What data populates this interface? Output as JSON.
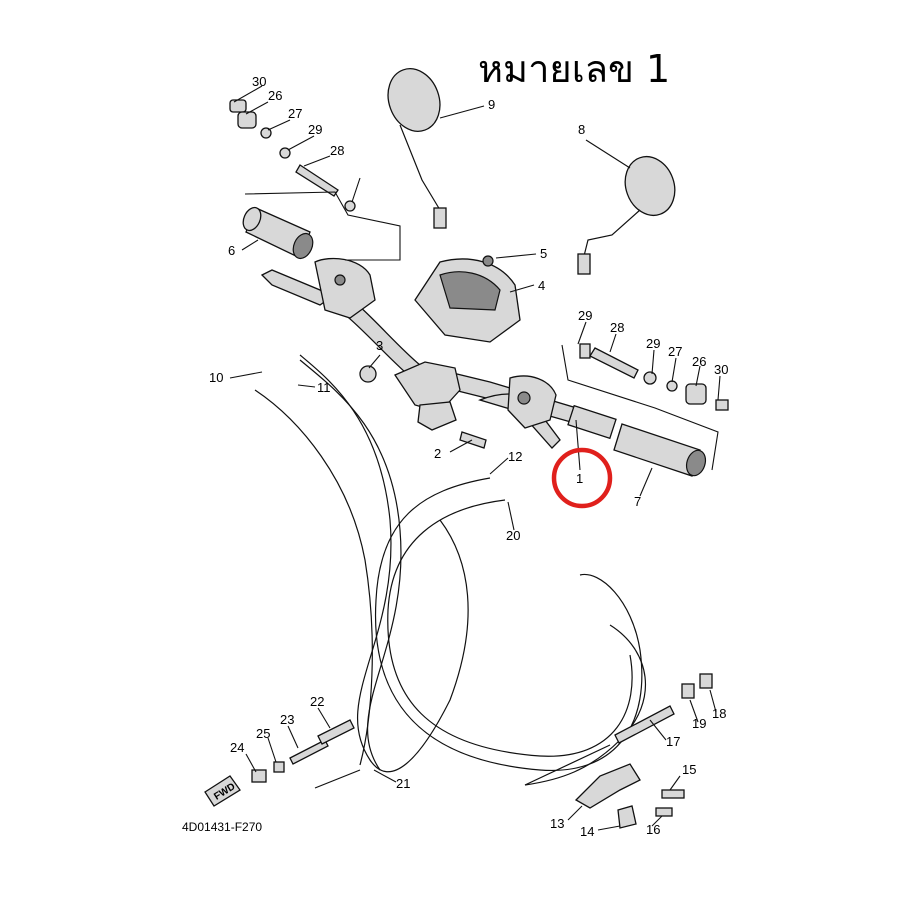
{
  "title": "หมายเลข 1",
  "diagram_code": "4D01431-F270",
  "fwd_label": "FWD",
  "highlight_color": "#e0201c",
  "callouts": [
    {
      "label": "1"
    },
    {
      "label": "2"
    },
    {
      "label": "3"
    },
    {
      "label": "4"
    },
    {
      "label": "5"
    },
    {
      "label": "6"
    },
    {
      "label": "7"
    },
    {
      "label": "8"
    },
    {
      "label": "9"
    },
    {
      "label": "10"
    },
    {
      "label": "11"
    },
    {
      "label": "12"
    },
    {
      "label": "13"
    },
    {
      "label": "14"
    },
    {
      "label": "15"
    },
    {
      "label": "16"
    },
    {
      "label": "17"
    },
    {
      "label": "18"
    },
    {
      "label": "19"
    },
    {
      "label": "20"
    },
    {
      "label": "21"
    },
    {
      "label": "22"
    },
    {
      "label": "23"
    },
    {
      "label": "24"
    },
    {
      "label": "25"
    },
    {
      "label": "26"
    },
    {
      "label": "27"
    },
    {
      "label": "28"
    },
    {
      "label": "29"
    },
    {
      "label": "30"
    },
    {
      "label": "26"
    },
    {
      "label": "27"
    },
    {
      "label": "28"
    },
    {
      "label": "29"
    },
    {
      "label": "29"
    },
    {
      "label": "30"
    }
  ]
}
